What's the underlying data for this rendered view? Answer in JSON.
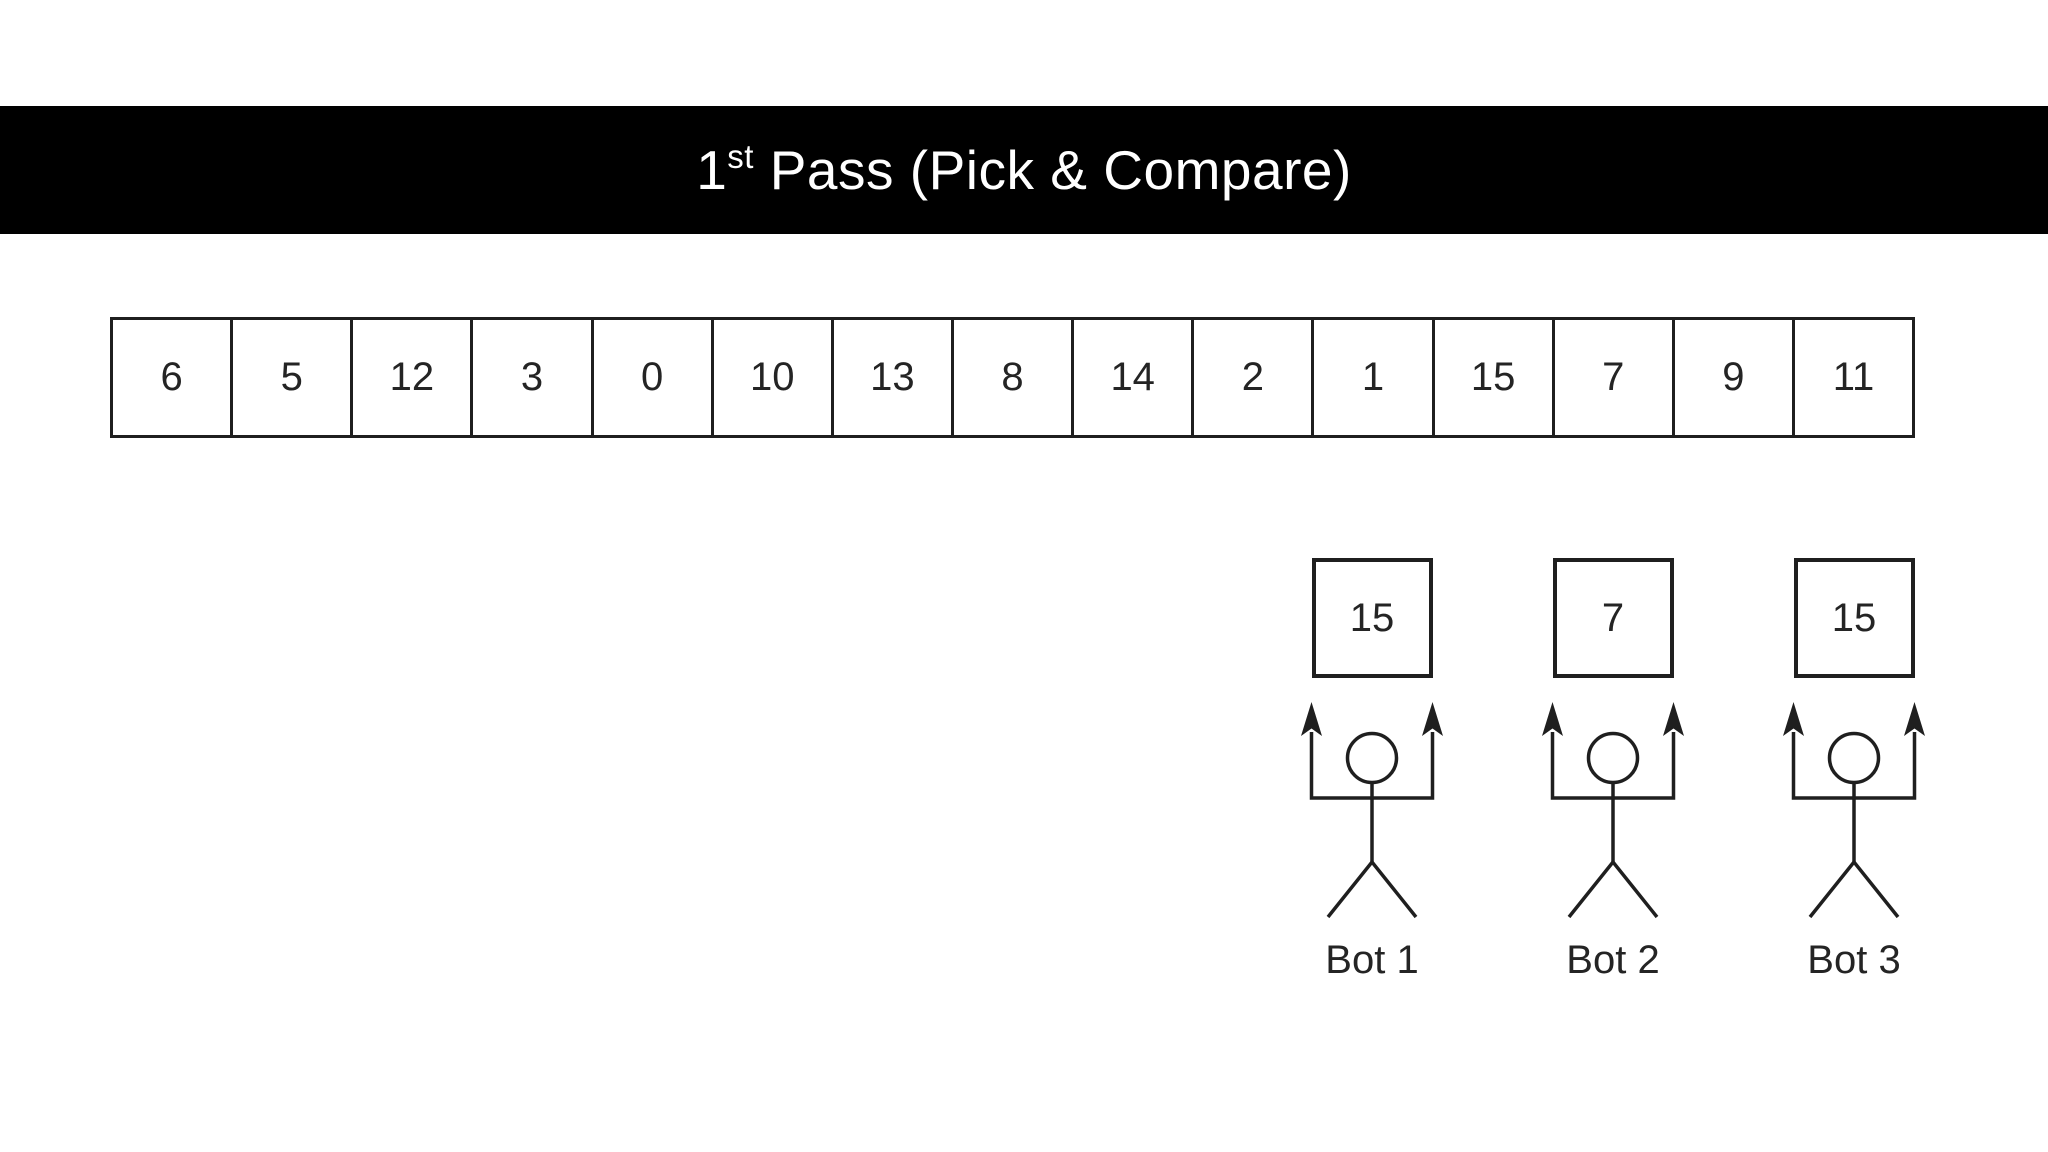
{
  "colors": {
    "background": "#ffffff",
    "banner_bg": "#000000",
    "banner_text": "#ffffff",
    "line": "#1f1f1f"
  },
  "banner": {
    "title_prefix": "1",
    "title_superscript": "st",
    "title_rest": " Pass (Pick & Compare)"
  },
  "array": {
    "values": [
      "6",
      "5",
      "12",
      "3",
      "0",
      "10",
      "13",
      "8",
      "14",
      "2",
      "1",
      "15",
      "7",
      "9",
      "11"
    ]
  },
  "bots": [
    {
      "label": "Bot 1",
      "held_value": "15"
    },
    {
      "label": "Bot 2",
      "held_value": "7"
    },
    {
      "label": "Bot 3",
      "held_value": "15"
    }
  ]
}
